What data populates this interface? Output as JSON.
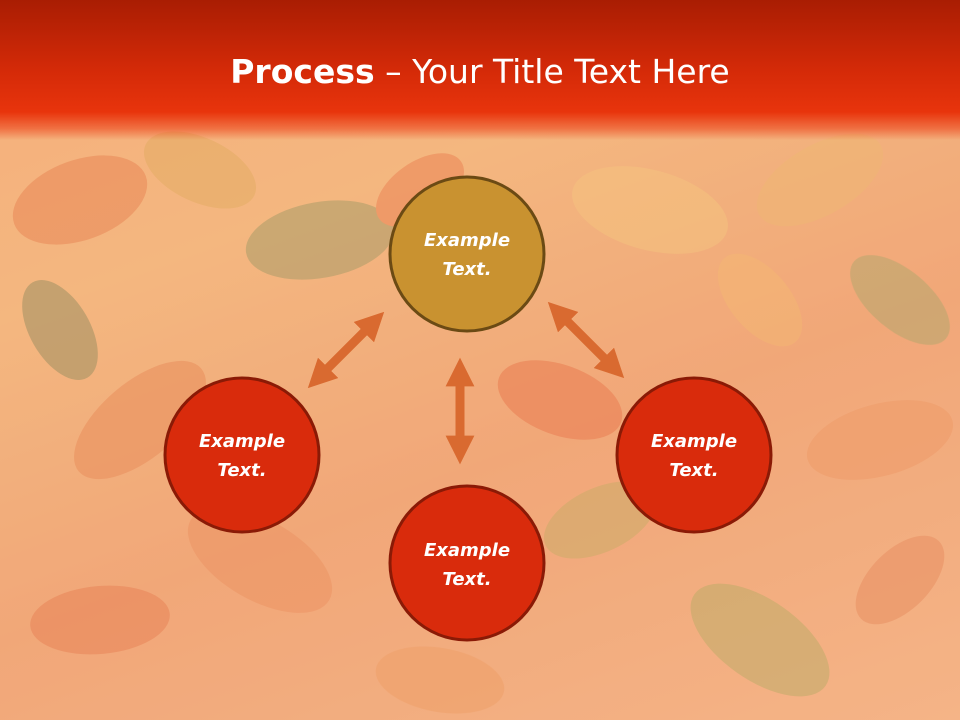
{
  "title": {
    "bold": "Process",
    "separator": " – ",
    "rest": "Your Title Text Here"
  },
  "nodes": [
    {
      "id": "top",
      "line1": "Example",
      "line2": "Text.",
      "fill": "#c99230",
      "stroke": "#6b4a14"
    },
    {
      "id": "left",
      "line1": "Example",
      "line2": "Text.",
      "fill": "#d92b0c",
      "stroke": "#8a1a06"
    },
    {
      "id": "right",
      "line1": "Example",
      "line2": "Text.",
      "fill": "#d92b0c",
      "stroke": "#8a1a06"
    },
    {
      "id": "bottom",
      "line1": "Example",
      "line2": "Text.",
      "fill": "#d92b0c",
      "stroke": "#8a1a06"
    }
  ],
  "arrow_color": "#d96a30",
  "colors": {
    "title_bar": "#d42a08",
    "background": "#f0a870"
  }
}
